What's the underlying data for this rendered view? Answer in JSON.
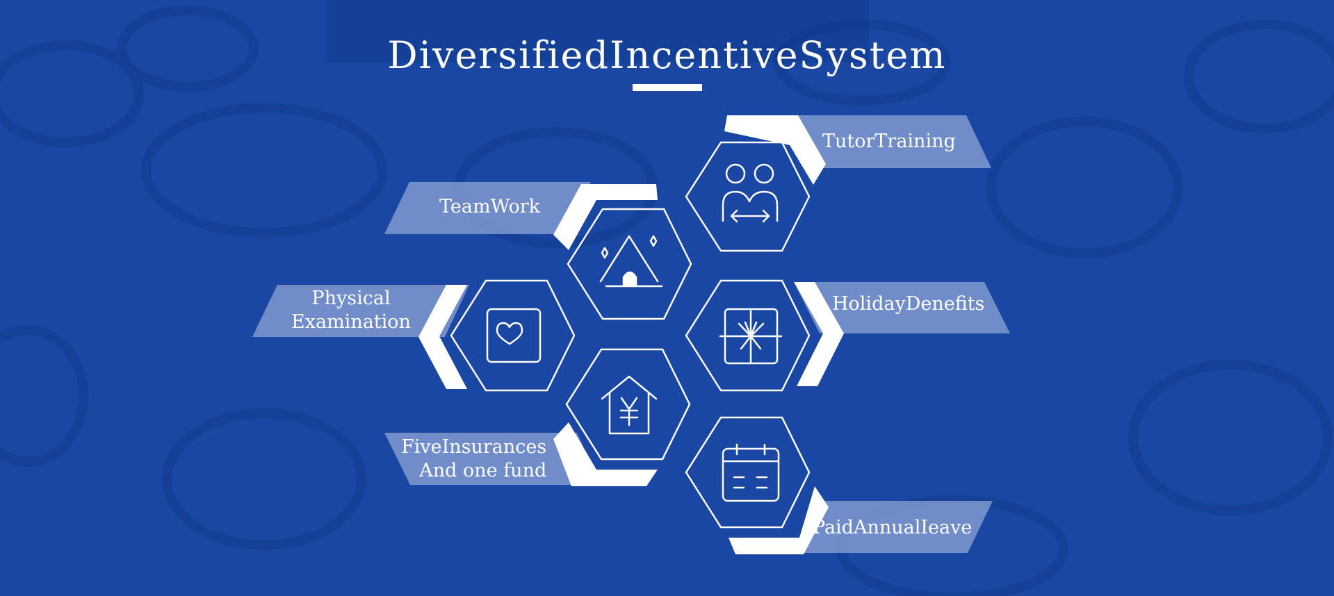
{
  "title": "DiversifiedIncentiveSystem",
  "colors": {
    "background": "#1a47a3",
    "foreground": "#ffffff",
    "label_band": "#9fb3dd"
  },
  "items": [
    {
      "label": "TutorTraining",
      "icon": "people-exchange-icon"
    },
    {
      "label": "TeamWork",
      "icon": "tent-icon"
    },
    {
      "label_lines": [
        "Physical",
        "Examination"
      ],
      "icon": "heart-box-icon"
    },
    {
      "label": "HolidayDenefits",
      "icon": "gift-icon"
    },
    {
      "label_lines": [
        "FiveInsurances",
        "And one fund"
      ],
      "icon": "yen-house-icon"
    },
    {
      "label": "PaidAnnualIeave",
      "icon": "calendar-icon"
    }
  ]
}
